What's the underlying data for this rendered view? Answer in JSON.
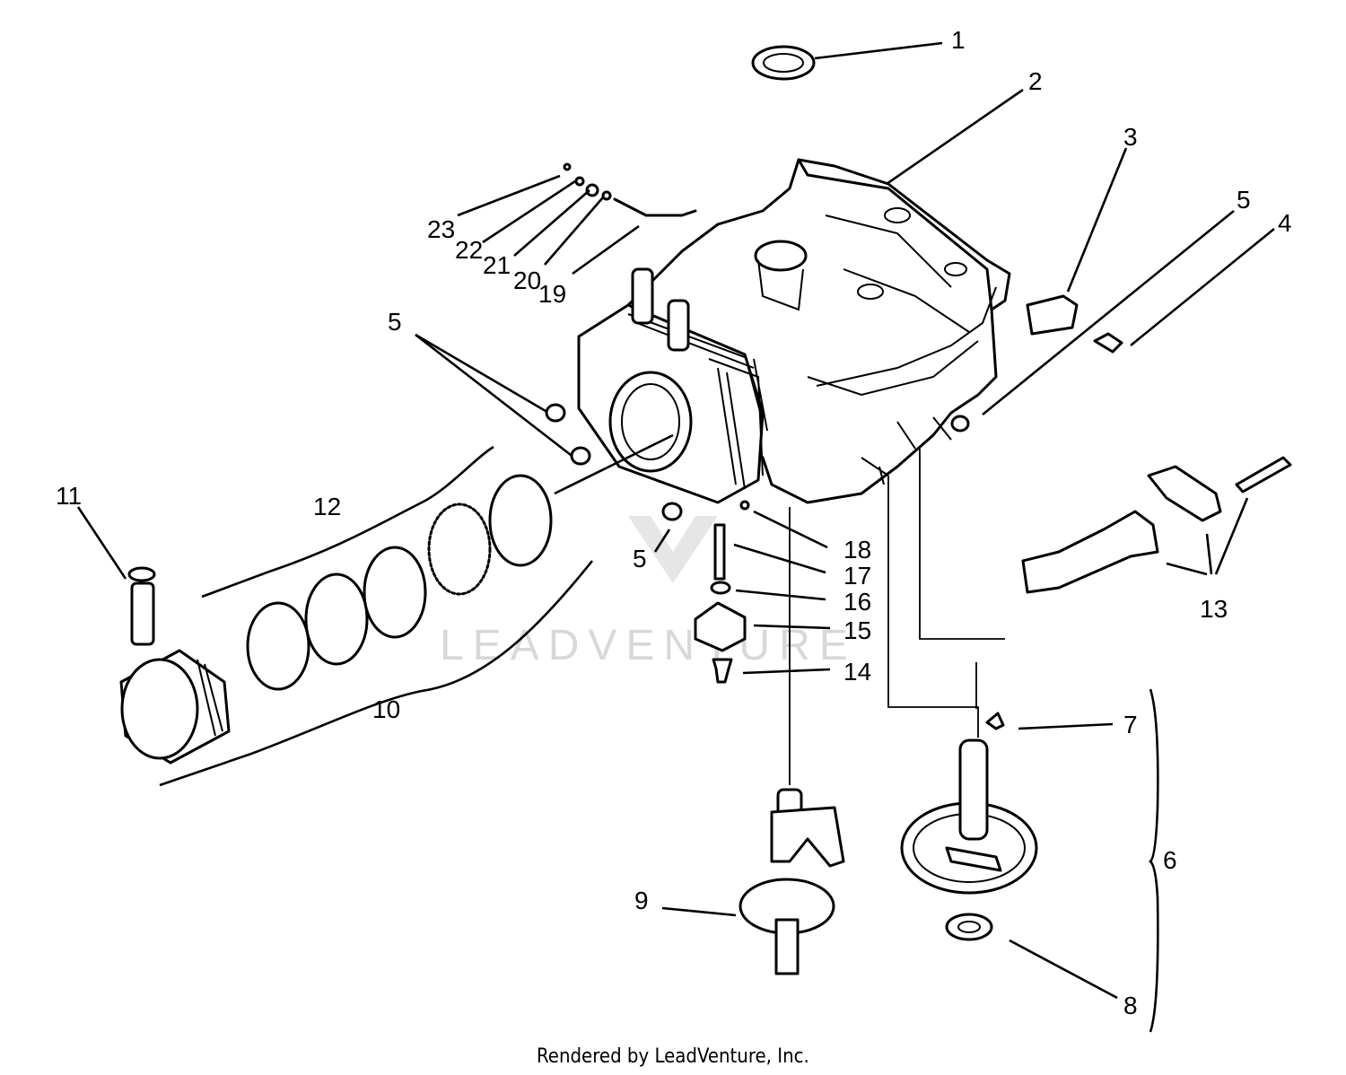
{
  "diagram": {
    "callouts": [
      "1",
      "2",
      "3",
      "4",
      "5",
      "5",
      "5",
      "5",
      "6",
      "7",
      "8",
      "9",
      "10",
      "11",
      "12",
      "13",
      "14",
      "15",
      "16",
      "17",
      "18",
      "19",
      "20",
      "21",
      "22",
      "23"
    ],
    "watermark": "LEADVENTURE",
    "footer": "Rendered by LeadVenture, Inc."
  },
  "colors": {
    "line": "#000000",
    "background": "#ffffff",
    "watermark": "#d8d8d8"
  }
}
